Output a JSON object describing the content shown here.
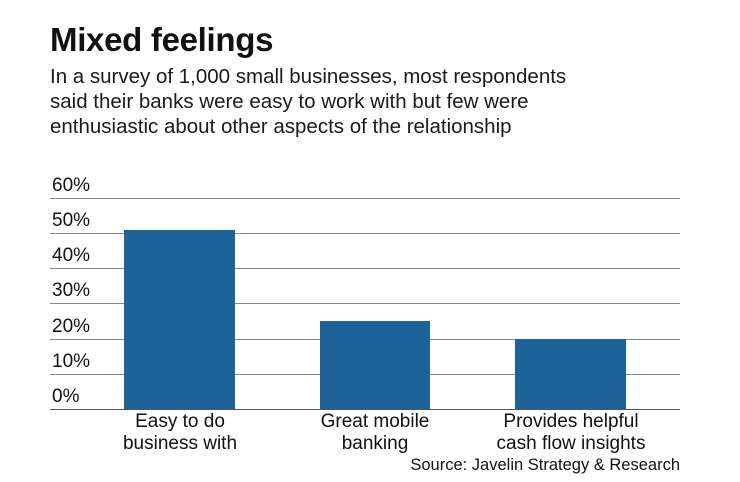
{
  "header": {
    "title": "Mixed feelings",
    "subtitle_lines": [
      "In a survey of 1,000 small businesses, most respondents",
      "said their banks were easy to work with but few were",
      "enthusiastic about other aspects of the relationship"
    ]
  },
  "yaxis": {
    "ticks": [
      "60%",
      "50%",
      "40%",
      "30%",
      "20%",
      "10%",
      "0%"
    ]
  },
  "xaxis": {
    "labels": [
      [
        "Easy to do",
        "business with"
      ],
      [
        "Great mobile",
        "banking"
      ],
      [
        "Provides helpful",
        "cash flow insights"
      ]
    ]
  },
  "footer": {
    "source": "Source: Javelin Strategy & Research"
  },
  "colors": {
    "bar": "#1c6399",
    "gridline": "#8a8a8a"
  },
  "chart_data": {
    "type": "bar",
    "title": "Mixed feelings",
    "subtitle": "In a survey of 1,000 small businesses, most respondents said their banks were easy to work with but few were enthusiastic about other aspects of the relationship",
    "categories": [
      "Easy to do business with",
      "Great mobile banking",
      "Provides helpful cash flow insights"
    ],
    "values": [
      51,
      25,
      20
    ],
    "xlabel": "",
    "ylabel": "",
    "ylim": [
      0,
      60
    ],
    "yticks": [
      0,
      10,
      20,
      30,
      40,
      50,
      60
    ],
    "ytick_format": "percent",
    "grid": true,
    "legend": null,
    "annotations": [
      "Source: Javelin Strategy & Research"
    ]
  }
}
